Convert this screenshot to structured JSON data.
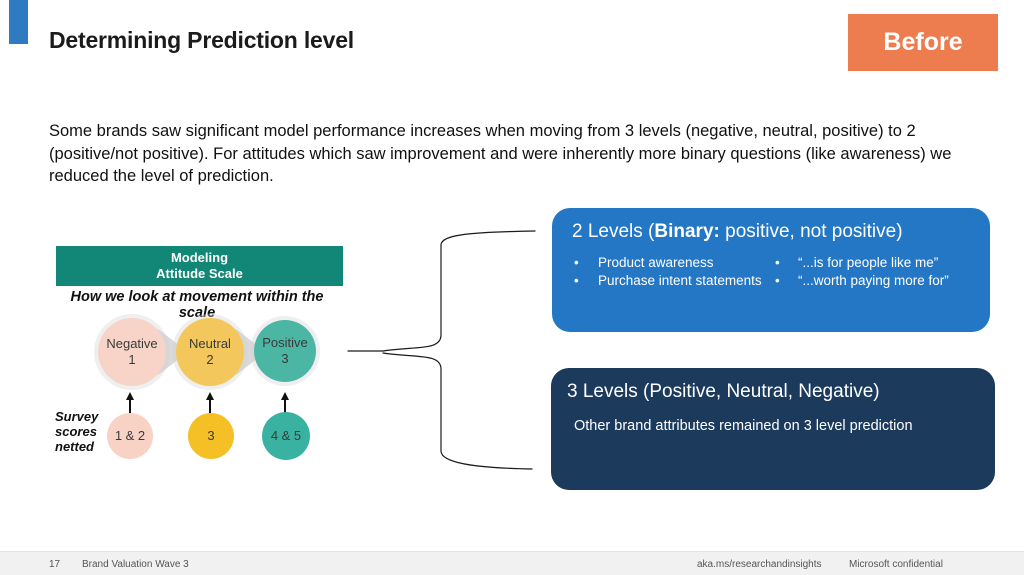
{
  "colors": {
    "accent_bar": "#2E7BC1",
    "badge": "#ED7D4E",
    "teal_header": "#138777",
    "two_levels_box": "#2477C4",
    "three_levels_box": "#1B3A5C"
  },
  "header": {
    "title": "Determining Prediction level",
    "badge": "Before"
  },
  "intro": "Some brands saw significant model performance increases when moving from 3 levels (negative, neutral, positive) to 2 (positive/not positive).  For attitudes which saw improvement and were inherently more binary questions (like awareness) we reduced the level of prediction.",
  "diagram": {
    "header_line1": "Modeling",
    "header_line2": "Attitude Scale",
    "subtitle": "How we look at movement within the scale",
    "scale_circles": [
      {
        "label": "Negative",
        "number": "1",
        "color": "#F7D4C7"
      },
      {
        "label": "Neutral",
        "number": "2",
        "color": "#F3C75B"
      },
      {
        "label": "Positive",
        "number": "3",
        "color": "#4BB6A4"
      }
    ],
    "survey_label": "Survey scores netted",
    "netted_circles": [
      {
        "label": "1 & 2",
        "color": "#F7D2C5"
      },
      {
        "label": "3",
        "color": "#F4C025"
      },
      {
        "label": "4 & 5",
        "color": "#39B2A1"
      }
    ]
  },
  "boxes": {
    "two_levels": {
      "title_prefix": "2 Levels (",
      "title_bold": "Binary:",
      "title_suffix": " positive, not positive)",
      "bullets_left": [
        "Product awareness",
        "Purchase intent statements"
      ],
      "bullets_right": [
        "“...is for people like me”",
        "“...worth paying more for”"
      ]
    },
    "three_levels": {
      "title": "3 Levels (Positive, Neutral, Negative)",
      "body": "Other brand attributes remained on 3 level prediction"
    }
  },
  "footer": {
    "page_number": "17",
    "deck_title": "Brand Valuation Wave 3",
    "link": "aka.ms/researchandinsights",
    "confidential": "Microsoft confidential"
  }
}
